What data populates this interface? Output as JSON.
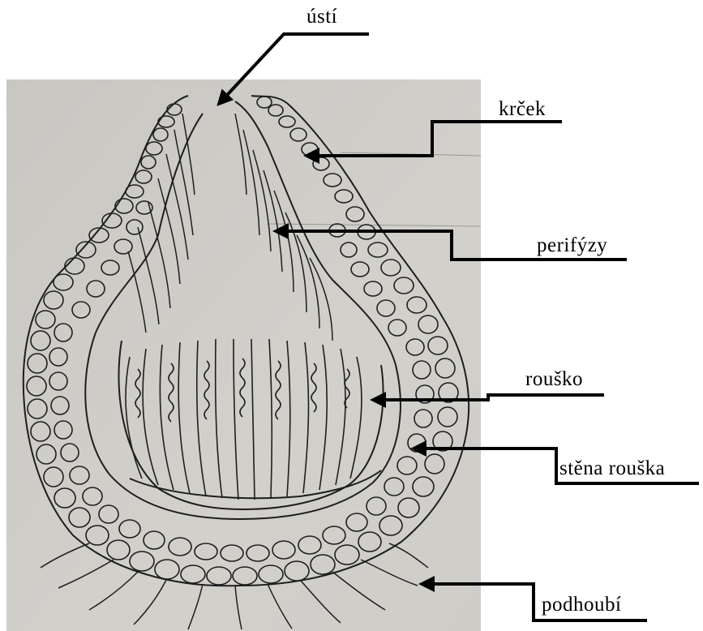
{
  "diagram": {
    "labels": {
      "usti": "ústí",
      "krcek": "krček",
      "perifyzy": "perifýzy",
      "rousko": "rouško",
      "stena_rousko": "stěna rouška",
      "podhoubi": "podhoubí"
    }
  },
  "colors": {
    "paper": "#cdcbc6",
    "ink": "#1e1e1e",
    "arrow": "#000000"
  }
}
